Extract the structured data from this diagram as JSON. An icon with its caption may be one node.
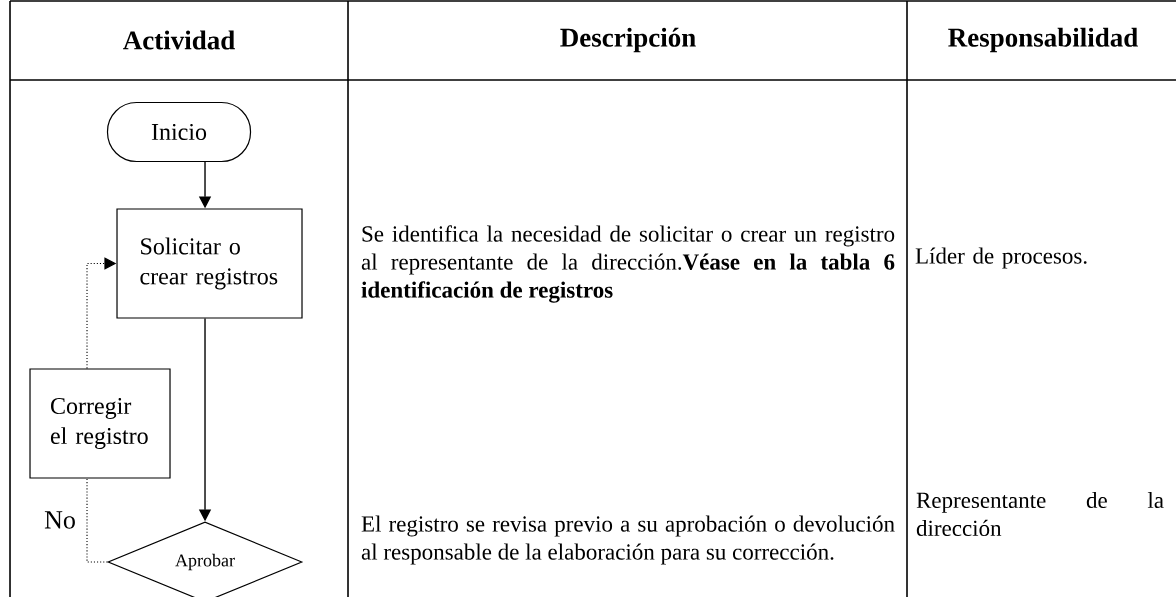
{
  "diagram": {
    "nodes": [
      {
        "text": [
          "Inicio"
        ]
      },
      {
        "text": [
          "Solicitar o crear registros"
        ]
      },
      {
        "text": [
          "Corregir el registro"
        ]
      },
      {
        "text": [
          "Aprobar"
        ]
      }
    ],
    "edges": [
      {
        "from": 0,
        "to": 1,
        "arrow": "to"
      },
      {
        "from": 1,
        "to": 3,
        "arrow": "to"
      },
      {
        "from": 3,
        "to": 2,
        "arrow": "none",
        "style": "dashed",
        "label": "No"
      },
      {
        "from": 2,
        "to": 1,
        "arrow": "to",
        "style": "dashed"
      }
    ],
    "labels": [
      "Actividad",
      "Descripción",
      "Responsabilidad",
      "Se identifica la necesidad de solicitar o crear un registro al representante de la dirección.**Véase en la tabla 6 identificación de registros**",
      "Líder de procesos.",
      "El registro se revisa previo a su aprobación o devolución al responsable de la elaboración para su corrección.",
      "Representante de la dirección"
    ]
  }
}
